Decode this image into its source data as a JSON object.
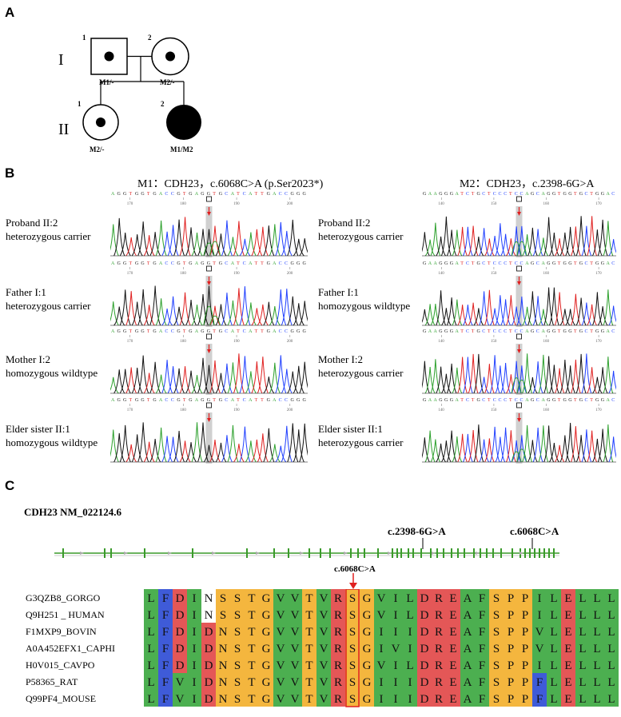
{
  "panels": {
    "a": "A",
    "b": "B",
    "c": "C"
  },
  "pedigree": {
    "gen1": "I",
    "gen2": "II",
    "individuals": [
      {
        "num": "1",
        "geno": "M1/-"
      },
      {
        "num": "2",
        "geno": "M2/-"
      },
      {
        "num": "1",
        "geno": "M2/-"
      },
      {
        "num": "2",
        "geno": "M1/M2"
      }
    ]
  },
  "sanger": {
    "m1_title": "M1：CDH23，c.6068C>A (p.Ser2023*)",
    "m2_title": "M2：CDH23，c.2398-6G>A",
    "m1_rows": [
      {
        "name": "Proband II:2",
        "status": "heterozygous carrier"
      },
      {
        "name": "Father I:1",
        "status": "heterozygous carrier"
      },
      {
        "name": "Mother I:2",
        "status": "homozygous wildtype"
      },
      {
        "name": "Elder sister II:1",
        "status": "homozygous wildtype"
      }
    ],
    "m2_rows": [
      {
        "name": "Proband II:2",
        "status": "heterozygous carrier"
      },
      {
        "name": "Father I:1",
        "status": "homozygous wildtype"
      },
      {
        "name": "Mother I:2",
        "status": "heterozygous carrier"
      },
      {
        "name": "Elder sister II:1",
        "status": "heterozygous carrier"
      }
    ],
    "m1_seq": "AGGTGGTGACCGTGAGGTGCATCATTGACCGGG",
    "m2_seq": "GAAGGGATCTGCTCCCTCCAGCAGGTGGTGCTGGAC",
    "m1_ticks": [
      "170",
      "180",
      "190",
      "200"
    ],
    "m2_ticks": [
      "140",
      "150",
      "160",
      "170"
    ],
    "trace_colors": {
      "A": "#2ca02c",
      "C": "#1f3fff",
      "G": "#111111",
      "T": "#e02020"
    }
  },
  "gene": {
    "title": "CDH23 NM_022124.6",
    "var1": "c.2398-6G>A",
    "var2": "c.6068C>A",
    "line_color": "#3a9a2a"
  },
  "alignment": {
    "marker": "c.6068C>A",
    "species": [
      "G3QZB8_GORGO",
      "Q9H251 _ HUMAN",
      "F1MXP9_BOVIN",
      "A0A452EFX1_CAPHI",
      "H0V015_CAVPO",
      "P58365_RAT",
      "Q99PF4_MOUSE"
    ],
    "sequences": [
      "LFDINSSTGVVTVRSGVILDREAFSPPILELLL",
      "LFDINSSTGVVTVRSGVILDREAFSPPILELLL",
      "LFDIDNSTGVVTVRSGIIIDREAFSPPVLELLL",
      "LFDIDNSTGVVTVRSGIVIDREAFSPPVLELLL",
      "LFDIDNSTGVVTVRSGVILDREAFSPPILELLL",
      "LFVIDNSTGVVTVRSGIIIDREAFSPPFLELLL",
      "LFVIDNSTGVVTVRSGIIIDREAFSPPFLELLL"
    ],
    "colors": {
      "green": "#4caf50",
      "blue": "#3f5bd8",
      "red": "#e45757",
      "orange": "#f4b63e",
      "white": "#ffffff",
      "highlight": "#e02020"
    }
  }
}
